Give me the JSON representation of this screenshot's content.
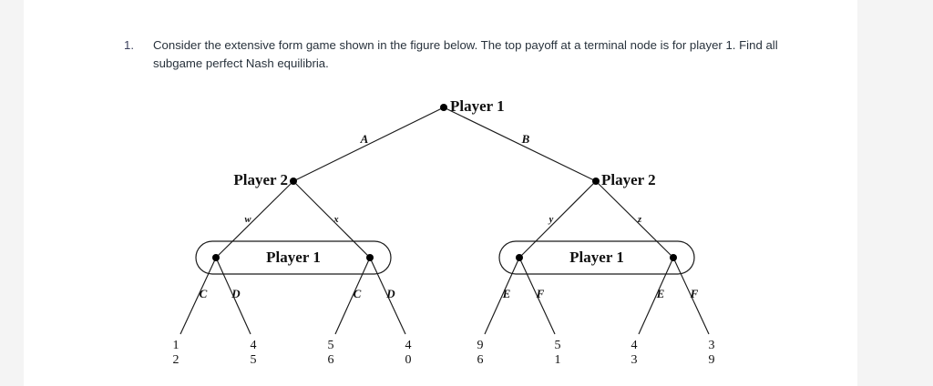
{
  "page": {
    "background": "#f4f4f4",
    "sheet_background": "#ffffff"
  },
  "question": {
    "number": "1.",
    "text": "Consider the extensive form game shown in the figure below. The top payoff at a terminal node is for player 1. Find all subgame perfect Nash equilibria."
  },
  "figure": {
    "type": "extensive-form-game-tree",
    "root": {
      "player_label": "Player 1"
    },
    "level1_labels": {
      "left": "A",
      "right": "B"
    },
    "level1_nodes": [
      {
        "player_label": "Player 2",
        "side": "left",
        "actions": [
          "w",
          "x"
        ]
      },
      {
        "player_label": "Player 2",
        "side": "right",
        "actions": [
          "y",
          "z"
        ]
      }
    ],
    "information_sets": [
      {
        "player_label": "Player 1",
        "side": "left",
        "actions": [
          "C",
          "D",
          "C",
          "D"
        ]
      },
      {
        "player_label": "Player 1",
        "side": "right",
        "actions": [
          "E",
          "F",
          "E",
          "F"
        ]
      }
    ],
    "terminal_payoffs": [
      {
        "player1": "1",
        "player2": "2"
      },
      {
        "player1": "4",
        "player2": "5"
      },
      {
        "player1": "5",
        "player2": "6"
      },
      {
        "player1": "4",
        "player2": "0"
      },
      {
        "player1": "9",
        "player2": "6"
      },
      {
        "player1": "5",
        "player2": "1"
      },
      {
        "player1": "4",
        "player2": "3"
      },
      {
        "player1": "3",
        "player2": "9"
      }
    ]
  }
}
